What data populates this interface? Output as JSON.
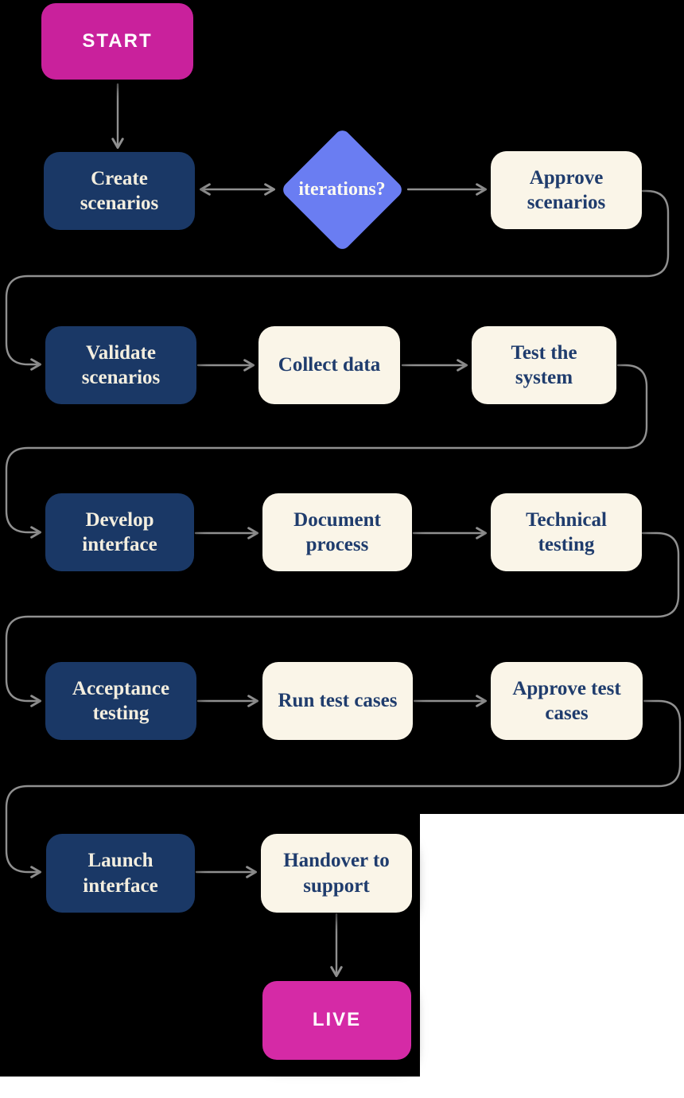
{
  "colors": {
    "background": "#000000",
    "page_white": "#ffffff",
    "start_pink": "#c9219c",
    "live_pink": "#d52aa6",
    "process_navy": "#1a3866",
    "task_cream": "#faf5e8",
    "navy_text": "#1f3c6d",
    "cream_text": "#f3eedf",
    "decision_blue": "#6a7df2",
    "arrow_gray": "#909090"
  },
  "nodes": {
    "start": {
      "label": "START",
      "kind": "terminal"
    },
    "create_scenarios": {
      "label": "Create\nscenarios",
      "kind": "process"
    },
    "iterations": {
      "label": "iterations?",
      "kind": "decision"
    },
    "approve_scenarios": {
      "label": "Approve\nscenarios",
      "kind": "task"
    },
    "validate_scenarios": {
      "label": "Validate\nscenarios",
      "kind": "process"
    },
    "collect_data": {
      "label": "Collect data",
      "kind": "task"
    },
    "test_system": {
      "label": "Test the\nsystem",
      "kind": "task"
    },
    "develop_interface": {
      "label": "Develop\ninterface",
      "kind": "process"
    },
    "document_process": {
      "label": "Document\nprocess",
      "kind": "task"
    },
    "technical_testing": {
      "label": "Technical\ntesting",
      "kind": "task"
    },
    "acceptance_testing": {
      "label": "Acceptance\ntesting",
      "kind": "process"
    },
    "run_test_cases": {
      "label": "Run test cases",
      "kind": "task"
    },
    "approve_test_cases": {
      "label": "Approve test\ncases",
      "kind": "task"
    },
    "launch_interface": {
      "label": "Launch\ninterface",
      "kind": "process"
    },
    "handover_support": {
      "label": "Handover to\nsupport",
      "kind": "task"
    },
    "live": {
      "label": "LIVE",
      "kind": "terminal"
    }
  },
  "edges": [
    {
      "from": "start",
      "to": "create_scenarios",
      "style": "arrow"
    },
    {
      "from": "create_scenarios",
      "to": "iterations",
      "style": "double-arrow"
    },
    {
      "from": "iterations",
      "to": "approve_scenarios",
      "style": "arrow"
    },
    {
      "from": "approve_scenarios",
      "to": "validate_scenarios",
      "style": "wrap-arrow"
    },
    {
      "from": "validate_scenarios",
      "to": "collect_data",
      "style": "arrow"
    },
    {
      "from": "collect_data",
      "to": "test_system",
      "style": "arrow"
    },
    {
      "from": "test_system",
      "to": "develop_interface",
      "style": "wrap-arrow"
    },
    {
      "from": "develop_interface",
      "to": "document_process",
      "style": "arrow"
    },
    {
      "from": "document_process",
      "to": "technical_testing",
      "style": "arrow"
    },
    {
      "from": "technical_testing",
      "to": "acceptance_testing",
      "style": "wrap-arrow"
    },
    {
      "from": "acceptance_testing",
      "to": "run_test_cases",
      "style": "arrow"
    },
    {
      "from": "run_test_cases",
      "to": "approve_test_cases",
      "style": "arrow"
    },
    {
      "from": "approve_test_cases",
      "to": "launch_interface",
      "style": "wrap-arrow"
    },
    {
      "from": "launch_interface",
      "to": "handover_support",
      "style": "arrow"
    },
    {
      "from": "handover_support",
      "to": "live",
      "style": "arrow"
    }
  ]
}
